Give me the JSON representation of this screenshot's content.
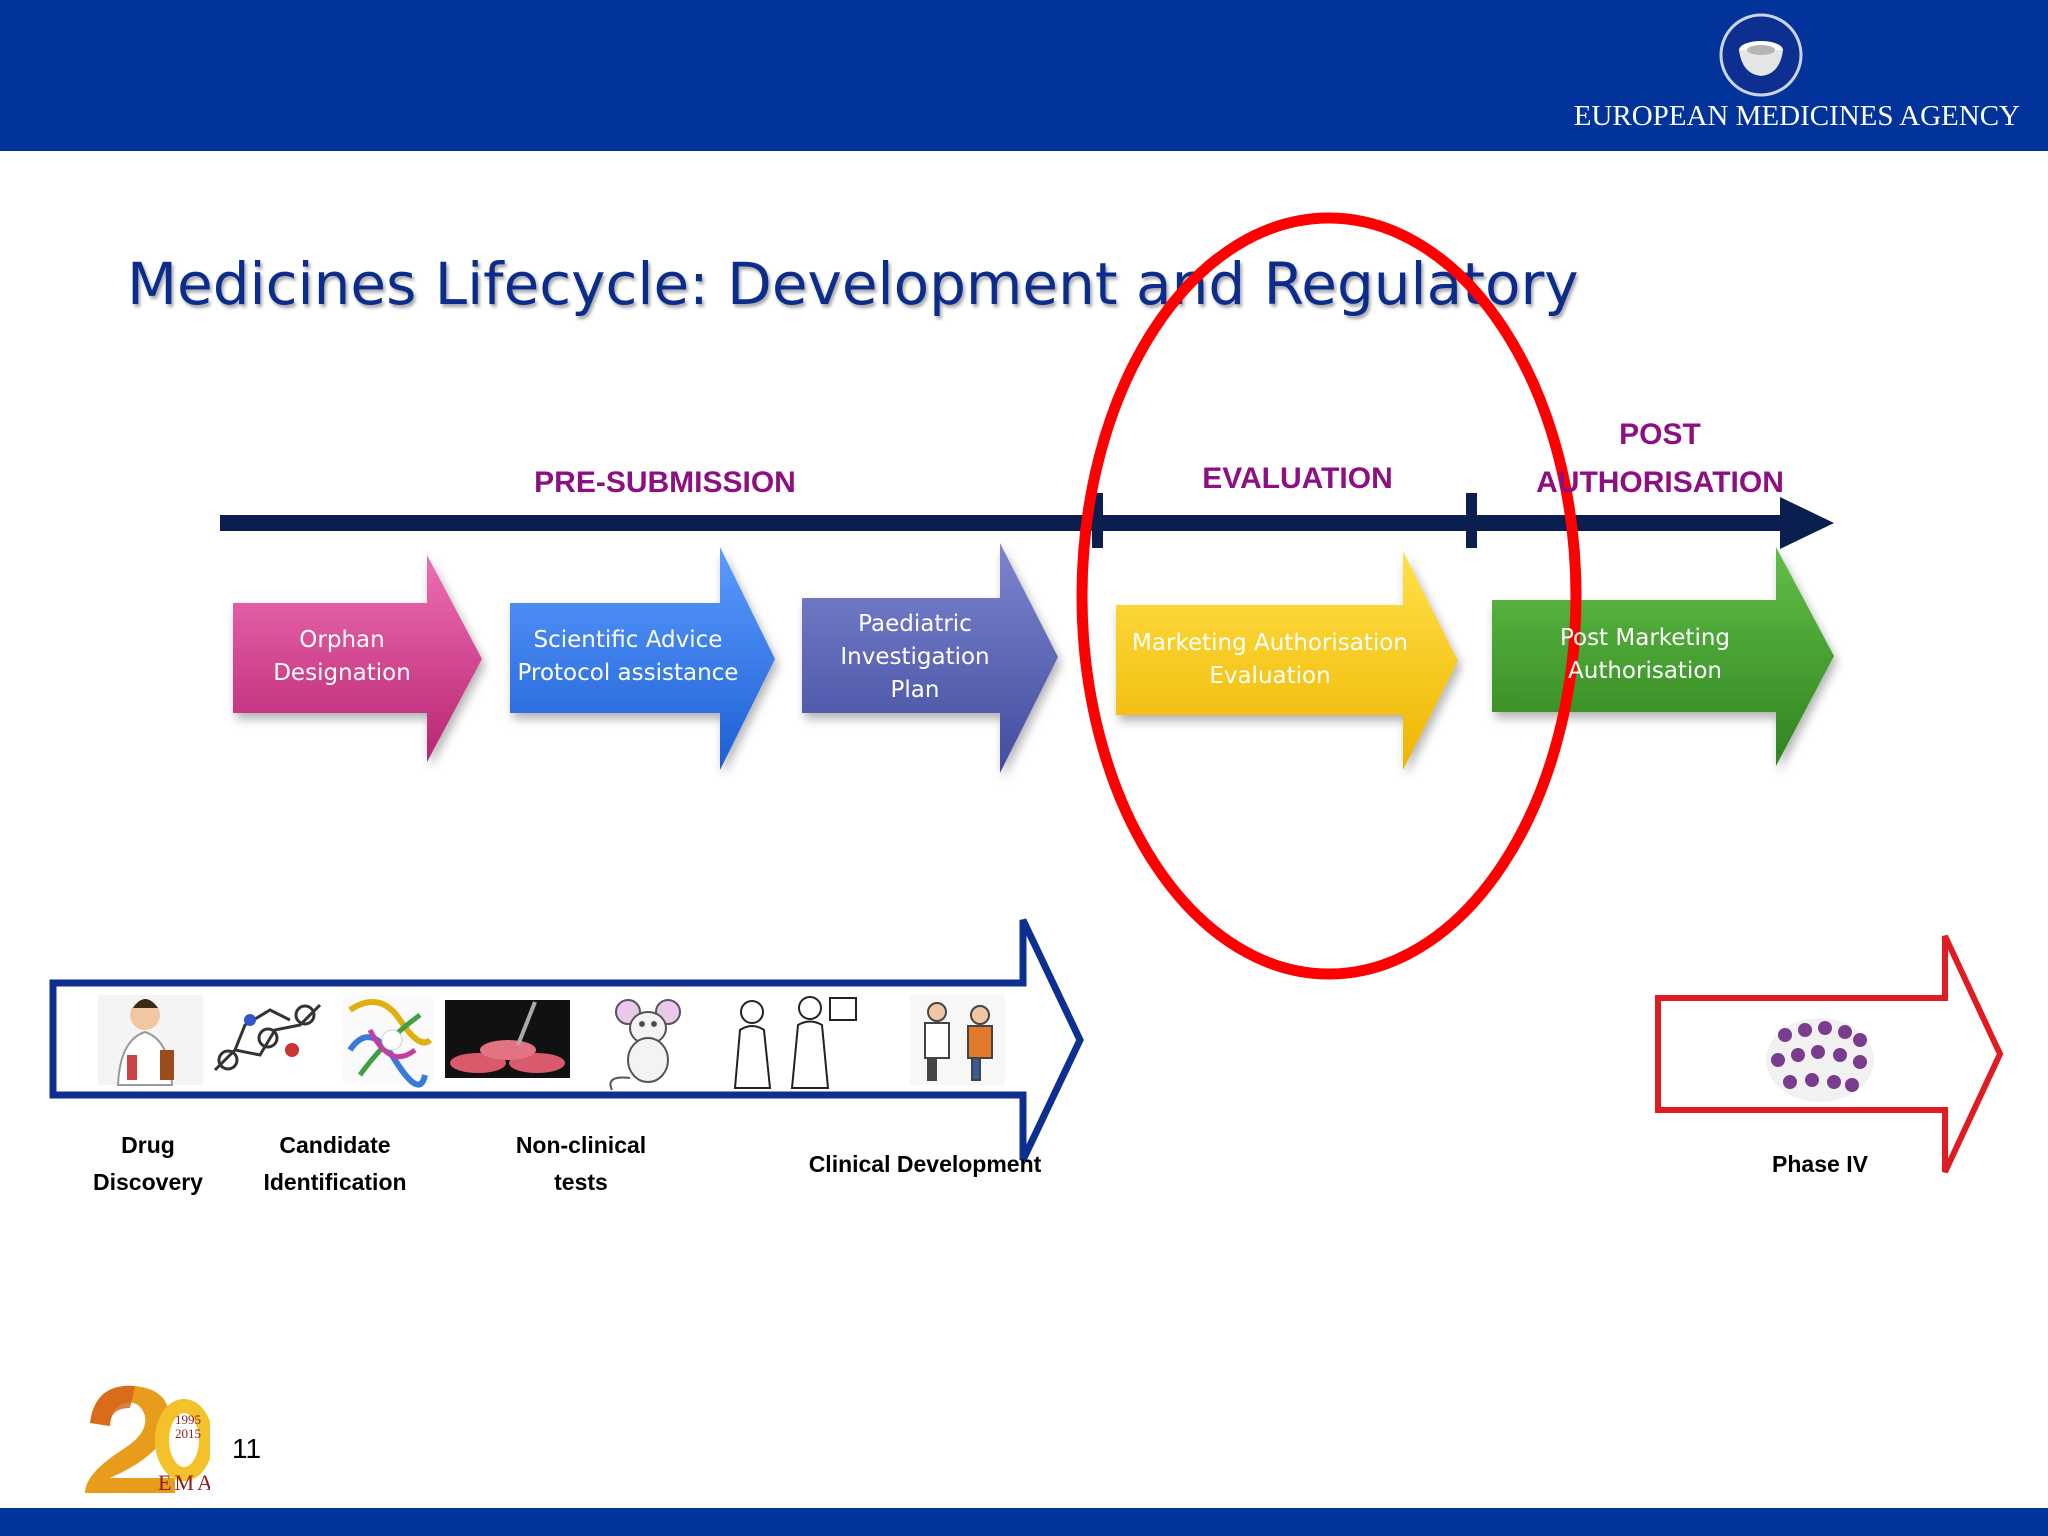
{
  "header": {
    "agency_name": "EUROPEAN MEDICINES AGENCY",
    "logo_icon": "ema-bowl-logo-icon"
  },
  "slide": {
    "title": "Medicines Lifecycle: Development and Regulatory",
    "page_number": "11"
  },
  "timeline": {
    "phases": [
      {
        "label": "PRE-SUBMISSION"
      },
      {
        "label": "EVALUATION"
      },
      {
        "label": "POST",
        "label_line2": "AUTHORISATION"
      }
    ]
  },
  "process_arrows": [
    {
      "line1": "Orphan",
      "line2": "Designation",
      "color": "#d23a8c"
    },
    {
      "line1": "Scientific Advice",
      "line2": "Protocol assistance",
      "color": "#2e7ae8"
    },
    {
      "line1": "Paediatric",
      "line2": "Investigation",
      "line3": "Plan",
      "color": "#5a64b8"
    },
    {
      "line1": "Marketing Authorisation",
      "line2": "Evaluation",
      "color": "#f6c20a"
    },
    {
      "line1": "Post Marketing",
      "line2": "Authorisation",
      "color": "#3e9b2c"
    }
  ],
  "development_stages": [
    {
      "line1": "Drug",
      "line2": "Discovery"
    },
    {
      "line1": "Candidate",
      "line2": "Identification"
    },
    {
      "line1": "Non-clinical",
      "line2": "tests"
    },
    {
      "line1": "Clinical Development"
    },
    {
      "line1": "Phase IV"
    }
  ],
  "illustrations": [
    "scientist-icon",
    "molecule-icon",
    "protein-icon",
    "petri-dish-icon",
    "mouse-icon",
    "doctors-icon",
    "patients-icon",
    "crowd-icon"
  ],
  "anniversary_logo": {
    "years_top": "1995",
    "years_bottom": "2015",
    "text": "EMA",
    "icon": "20-years-logo-icon"
  },
  "colors": {
    "header_blue": "#02339a",
    "title_blue": "#0c2c8c",
    "phase_purple": "#8d0f82",
    "timeline_navy": "#0a1e4f",
    "highlight_red": "#ff0000"
  }
}
